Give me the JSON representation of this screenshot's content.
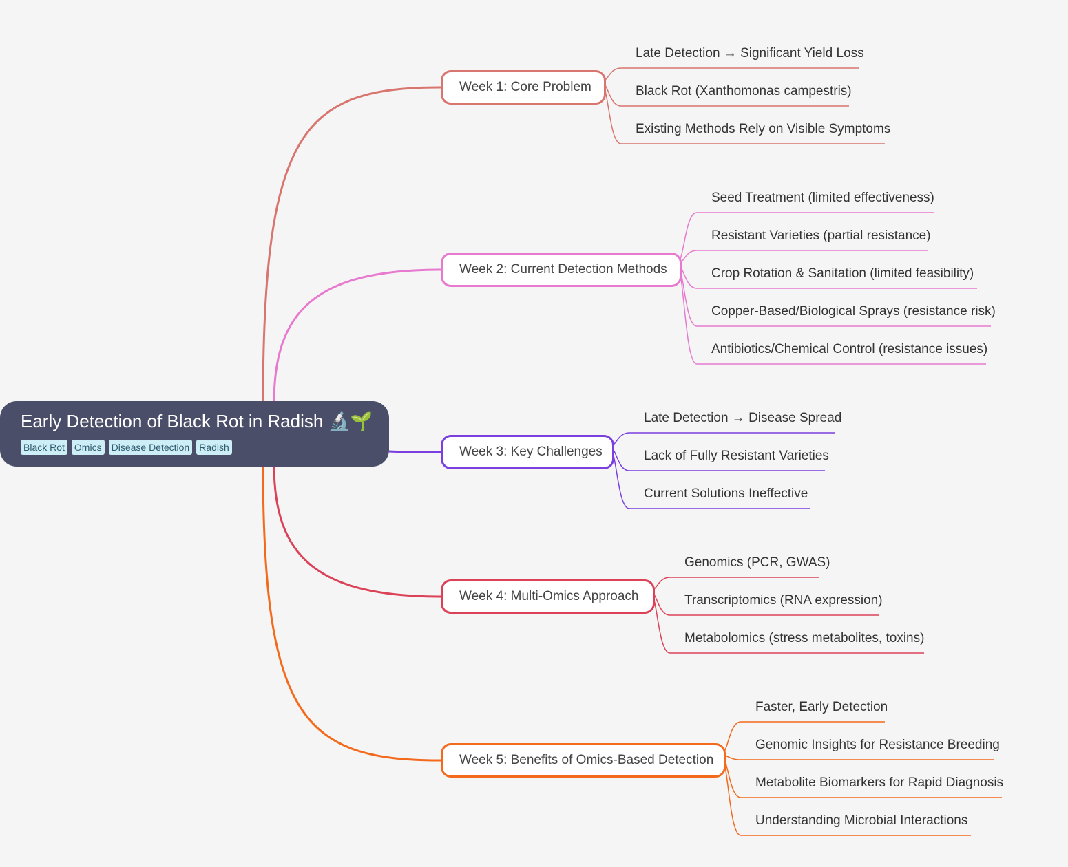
{
  "root": {
    "title": "Early Detection of Black Rot in Radish 🔬🌱",
    "tags": [
      "Black Rot",
      "Omics",
      "Disease Detection",
      "Radish"
    ]
  },
  "branches": [
    {
      "label": "Week 1: Core Problem",
      "color": "#d9756f",
      "children": [
        "Late Detection → Significant Yield Loss",
        "Black Rot (Xanthomonas campestris)",
        "Existing Methods Rely on Visible Symptoms"
      ]
    },
    {
      "label": "Week 2: Current Detection Methods",
      "color": "#e779cf",
      "children": [
        "Seed Treatment (limited effectiveness)",
        "Resistant Varieties (partial resistance)",
        "Crop Rotation & Sanitation (limited feasibility)",
        "Copper-Based/Biological Sprays (resistance risk)",
        "Antibiotics/Chemical Control (resistance issues)"
      ]
    },
    {
      "label": "Week 3: Key Challenges",
      "color": "#7b3fe0",
      "children": [
        "Late Detection → Disease Spread",
        "Lack of Fully Resistant Varieties",
        "Current Solutions Ineffective"
      ]
    },
    {
      "label": "Week 4: Multi-Omics Approach",
      "color": "#db4258",
      "children": [
        "Genomics (PCR, GWAS)",
        "Transcriptomics (RNA expression)",
        "Metabolomics (stress metabolites, toxins)"
      ]
    },
    {
      "label": "Week 5: Benefits of Omics-Based Detection",
      "color": "#f36a1d",
      "children": [
        "Faster, Early Detection",
        "Genomic Insights for Resistance Breeding",
        "Metabolite Biomarkers for Rapid Diagnosis",
        "Understanding Microbial Interactions"
      ]
    }
  ]
}
